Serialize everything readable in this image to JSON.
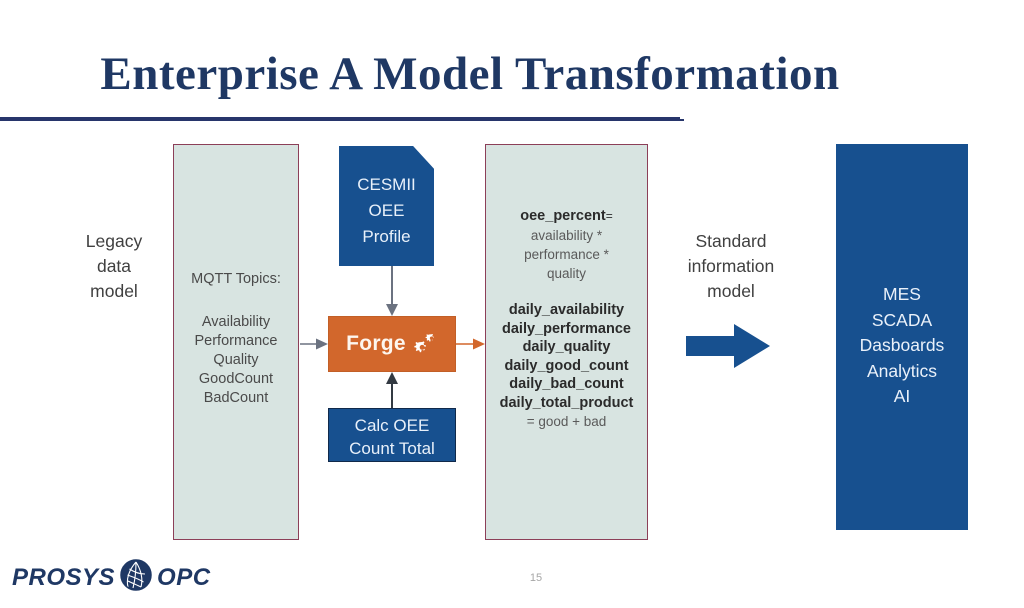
{
  "slide": {
    "title": "Enterprise A Model Transformation",
    "page_number": "15"
  },
  "legacy": {
    "caption": "Legacy\ndata\nmodel",
    "heading": "MQTT Topics:",
    "topics": "Availability\nPerformance\nQuality\nGoodCount\nBadCount"
  },
  "profile": {
    "label": "CESMII\nOEE\nProfile"
  },
  "forge": {
    "label": "Forge",
    "icon": "gears-icon"
  },
  "calc": {
    "label": "Calc OEE\nCount Total"
  },
  "output": {
    "oee_name": "oee_percent",
    "oee_equals": "=",
    "oee_formula": "availability *\nperformance *\nquality",
    "daily_metrics": "daily_availability\ndaily_performance\ndaily_quality\ndaily_good_count\ndaily_bad_count\ndaily_total_product",
    "daily_note": "= good + bad"
  },
  "standard": {
    "caption": "Standard\ninformation\nmodel"
  },
  "consumers": {
    "items": "MES\nSCADA\nDasboards\nAnalytics\nAI"
  },
  "logo": {
    "left_word": "PROSYS",
    "right_word": "OPC",
    "emblem": "prosys-emblem-icon"
  },
  "colors": {
    "navy": "#1f3864",
    "blue": "#17508f",
    "orange": "#d2672c",
    "sage": "#d8e4e1",
    "maroon_border": "#8c3f58",
    "rule": "#27356b"
  }
}
